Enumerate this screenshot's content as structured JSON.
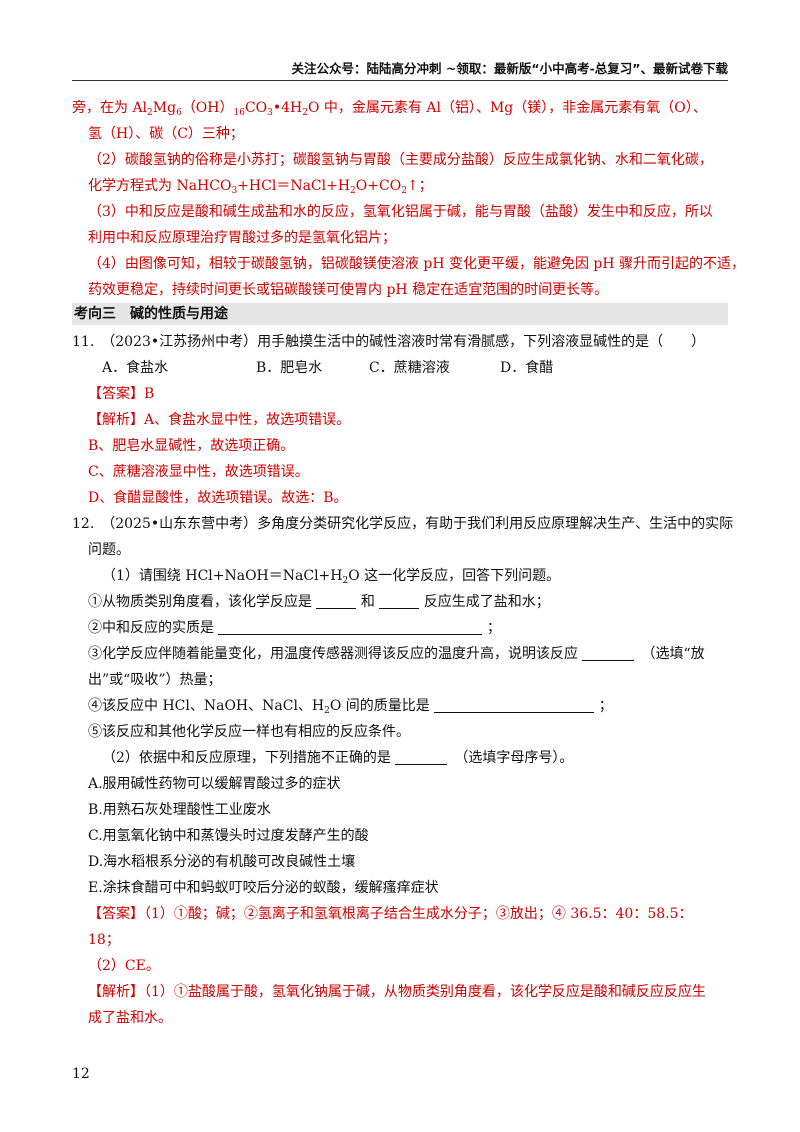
{
  "header": {
    "text": "关注公众号：陆陆高分冲刺 ~领取：最新版“小中高考-总复习”、最新试卷下载"
  },
  "prev_analysis": {
    "line1_pre": "旁，在为 Al",
    "line1_mid1": "Mg",
    "line1_mid2": "（OH）",
    "line1_mid3": "CO",
    "line1_mid4": "•4H",
    "line1_post": "O 中，金属元素有 Al（铝）、Mg（镁），非金属元素有氧（O）、",
    "sub_2": "2",
    "sub_6": "6",
    "sub_16": "16",
    "sub_3": "3",
    "line2": "氢（H）、碳（C）三种；",
    "line3": "（2）碳酸氢钠的俗称是小苏打；碳酸氢钠与胃酸（主要成分盐酸）反应生成氯化钠、水和二氧化碳，",
    "line4_pre": "化学方程式为 NaHCO",
    "line4_mid": "+HCl＝NaCl+H",
    "line4_mid2": "O+CO",
    "line4_post": "↑；",
    "line5": "（3）中和反应是酸和碱生成盐和水的反应，氢氧化铝属于碱，能与胃酸（盐酸）发生中和反应，所以",
    "line6": "利用中和反应原理治疗胃酸过多的是氢氧化铝片；",
    "line7": "（4）由图像可知，相较于碳酸氢钠，铝碳酸镁使溶液 pH 变化更平缓，能避免因 pH 骤升而引起的不适，",
    "line8": "药效更稳定，持续时间更长或铝碳酸镁可使胃内 pH 稳定在适宜范围的时间更长等。"
  },
  "section_title": "考向三　碱的性质与用途",
  "q11": {
    "stem": "11.　（2023•江苏扬州中考）用手触摸生活中的碱性溶液时常有滑腻感，下列溶液显碱性的是（　　）",
    "options": [
      "A．食盐水",
      "B．肥皂水",
      "C．蔗糖溶液",
      "D．食醋"
    ],
    "answer": "【答案】B",
    "analysis": [
      "【解析】A、食盐水显中性，故选项错误。",
      "B、肥皂水显碱性，故选项正确。",
      "C、蔗糖溶液显中性，故选项错误。",
      "D、食醋显酸性，故选项错误。故选：B。"
    ]
  },
  "q12": {
    "stem1": "12.　（2025•山东东营中考）多角度分类研究化学反应，有助于我们利用反应原理解决生产、生活中的实际",
    "stem2": "问题。",
    "p1_pre": "（1）请围绕 HCl+NaOH＝NaCl+H",
    "p1_post": "O 这一化学反应，回答下列问题。",
    "i1_a": "①从物质类别角度看，该化学反应是",
    "i1_b": "和",
    "i1_c": "反应生成了盐和水；",
    "i2_a": "②中和反应的实质是",
    "i2_b": "；",
    "i3_a": "③化学反应伴随着能量变化，用温度传感器测得该反应的温度升高，说明该反应",
    "i3_b": "（选填“放",
    "i3_c": "出”或“吸收”）热量；",
    "i4_a": "④该反应中 HCl、NaOH、NaCl、H",
    "i4_b": "O 间的质量比是",
    "i4_c": "；",
    "i5": "⑤该反应和其他化学反应一样也有相应的反应条件。",
    "p2_a": "（2）依据中和反应原理，下列措施不正确的是",
    "p2_b": "（选填字母序号）。",
    "options": [
      "A.服用碱性药物可以缓解胃酸过多的症状",
      "B.用熟石灰处理酸性工业废水",
      "C.用氢氧化钠中和蒸馒头时过度发酵产生的酸",
      "D.海水稻根系分泌的有机酸可改良碱性土壤",
      "E.涂抹食醋可中和蚂蚁叮咬后分泌的蚁酸，缓解瘙痒症状"
    ],
    "answer1": "【答案】（1）①酸；碱；②氢离子和氢氧根离子结合生成水分子；③放出；④ 36.5：40：58.5：",
    "answer2": "18；",
    "answer3": "（2）CE。",
    "analysis1": "【解析】（1）①盐酸属于酸，氢氧化钠属于碱，从物质类别角度看，该化学反应是酸和碱反应反应生",
    "analysis2": "成了盐和水。"
  },
  "page_number": "12"
}
